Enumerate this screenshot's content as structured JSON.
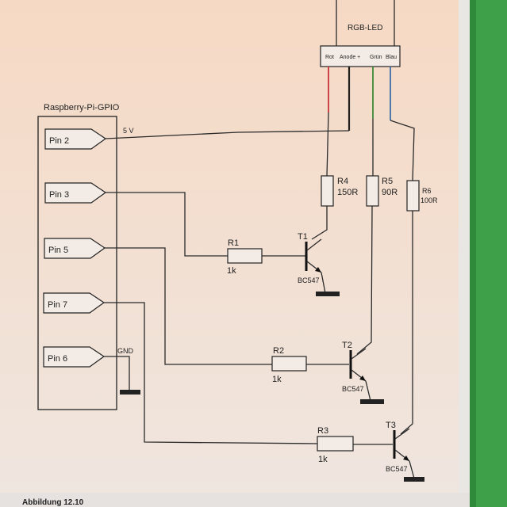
{
  "gpio": {
    "title": "Raspberry-Pi-GPIO",
    "pins": [
      "Pin 2",
      "Pin 3",
      "Pin 5",
      "Pin 7",
      "Pin 6"
    ],
    "voltage_label": "5 V",
    "gnd_label": "GND"
  },
  "led": {
    "title": "RGB-LED",
    "pins": [
      "Rot",
      "Anode +",
      "Grün",
      "Blau"
    ],
    "colors": {
      "red": "#c8323a",
      "green": "#3b8a3a",
      "blue": "#3d6fa8"
    }
  },
  "resistors": {
    "r1": {
      "name": "R1",
      "value": "1k"
    },
    "r2": {
      "name": "R2",
      "value": "1k"
    },
    "r3": {
      "name": "R3",
      "value": "1k"
    },
    "r4": {
      "name": "R4",
      "value": "150R"
    },
    "r5": {
      "name": "R5",
      "value": "90R"
    },
    "r6": {
      "name": "R6",
      "value": "100R"
    }
  },
  "transistors": {
    "t1": {
      "name": "T1",
      "type": "BC547"
    },
    "t2": {
      "name": "T2",
      "type": "BC547"
    },
    "t3": {
      "name": "T3",
      "type": "BC547"
    }
  },
  "caption": "Abbildung 12.10"
}
